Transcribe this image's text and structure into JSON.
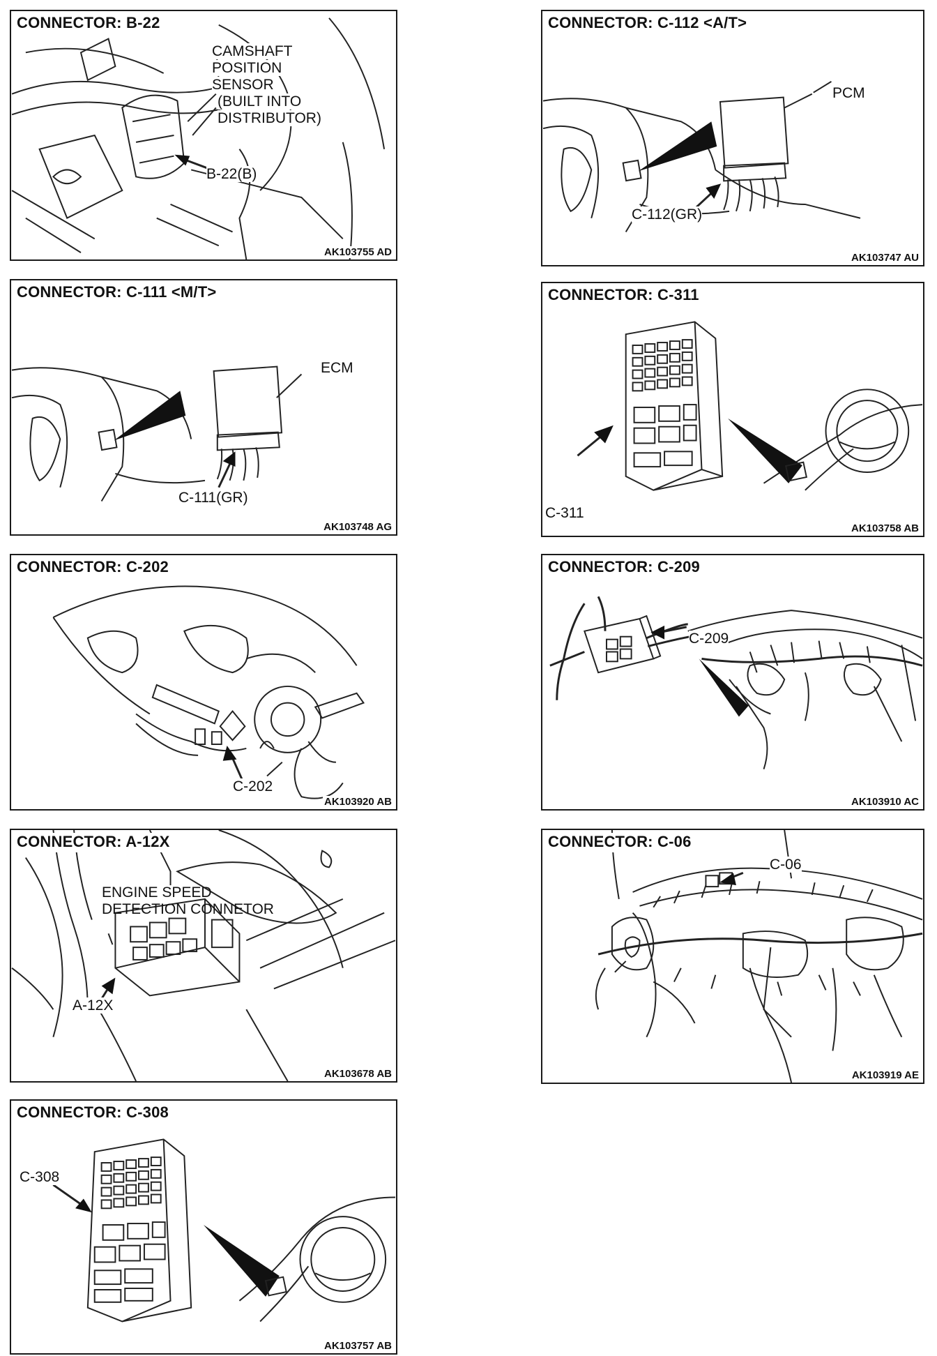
{
  "panels": [
    {
      "id": "b22",
      "title": "CONNECTOR: B-22",
      "labels": [
        "CAMSHAFT",
        "POSITION",
        "SENSOR",
        "(BUILT INTO",
        "DISTRIBUTOR)"
      ],
      "callout": "B-22(B)",
      "code": "AK103755 AD"
    },
    {
      "id": "c112",
      "title": "CONNECTOR: C-112 <A/T>",
      "component": "PCM",
      "callout": "C-112(GR)",
      "code": "AK103747 AU"
    },
    {
      "id": "c111",
      "title": "CONNECTOR: C-111 <M/T>",
      "component": "ECM",
      "callout": "C-111(GR)",
      "code": "AK103748 AG"
    },
    {
      "id": "c311",
      "title": "CONNECTOR: C-311",
      "callout": "C-311",
      "code": "AK103758 AB"
    },
    {
      "id": "c202",
      "title": "CONNECTOR: C-202",
      "callout": "C-202",
      "code": "AK103920 AB"
    },
    {
      "id": "c209",
      "title": "CONNECTOR: C-209",
      "callout": "C-209",
      "code": "AK103910 AC"
    },
    {
      "id": "a12x",
      "title": "CONNECTOR: A-12X",
      "labels": [
        "ENGINE SPEED",
        "DETECTION CONNETOR"
      ],
      "callout": "A-12X",
      "code": "AK103678 AB"
    },
    {
      "id": "c06",
      "title": "CONNECTOR: C-06",
      "callout": "C-06",
      "code": "AK103919 AE"
    },
    {
      "id": "c308",
      "title": "CONNECTOR: C-308",
      "callout": "C-308",
      "code": "AK103757 AB"
    }
  ]
}
